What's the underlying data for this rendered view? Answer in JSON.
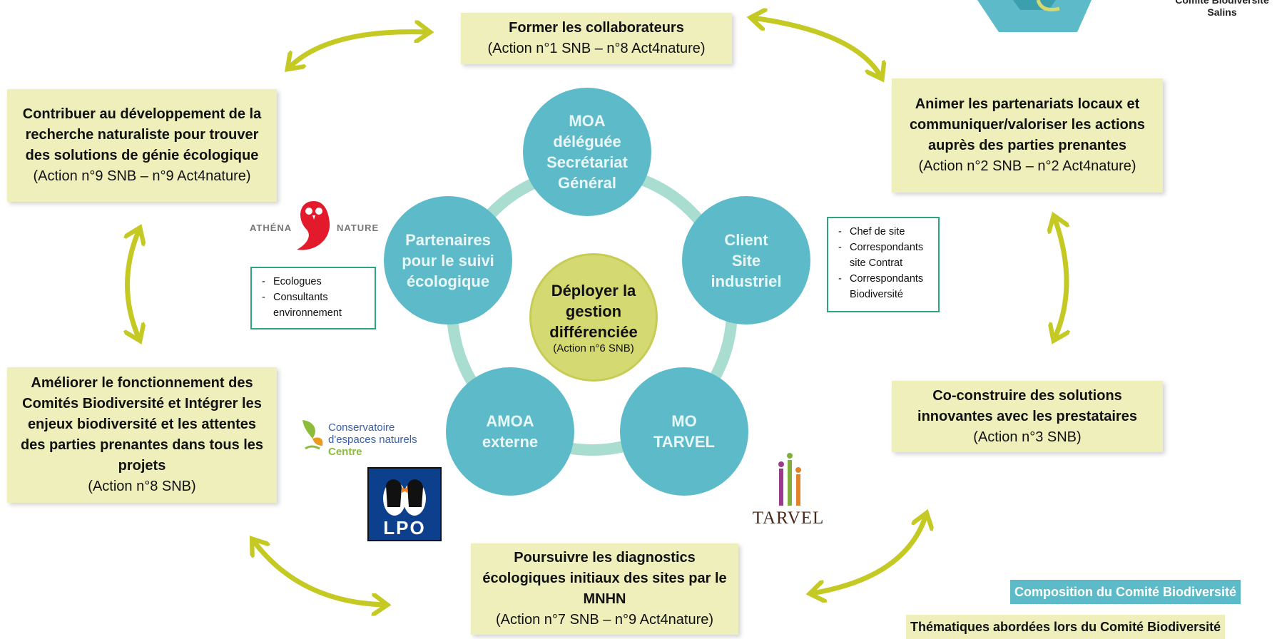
{
  "colors": {
    "box_bg": "#eeefbb",
    "circle": "#5cbac9",
    "ring": "#a9ddd0",
    "center": "#d5d971",
    "arrow": "#c5c923",
    "list_border": "#2aa57e",
    "composition_bar": "#5cbac9"
  },
  "corner": {
    "line1": "Comité Biodiversité",
    "line2": "Salins"
  },
  "boxes": {
    "top": {
      "title": "Former les collaborateurs",
      "sub": "(Action n°1 SNB – n°8 Act4nature)"
    },
    "right_top": {
      "title": "Animer les partenariats locaux et communiquer/valoriser les actions auprès des parties prenantes",
      "sub": "(Action n°2 SNB – n°2 Act4nature)"
    },
    "right_bottom": {
      "title": "Co-construire des solutions innovantes avec les prestataires",
      "sub": "(Action n°3 SNB)"
    },
    "bottom": {
      "title": "Poursuivre les diagnostics écologiques initiaux des sites par le MNHN",
      "sub": "(Action n°7 SNB – n°9 Act4nature)"
    },
    "left_bottom": {
      "title": "Améliorer le fonctionnement des Comités Biodiversité et Intégrer les enjeux biodiversité et les attentes des parties prenantes dans tous les projets",
      "sub": "(Action n°8 SNB)"
    },
    "left_top": {
      "title": "Contribuer au développement de la recherche naturaliste pour trouver des solutions de génie écologique",
      "sub": "(Action n°9 SNB – n°9 Act4nature)"
    }
  },
  "circles": {
    "top": "MOA\ndéléguée\nSecrétariat\nGénéral",
    "right": "Client\nSite\nindustriel",
    "bottom_right": "MO\nTARVEL",
    "bottom_left": "AMOA\nexterne",
    "left": "Partenaires\npour le suivi\nécologique"
  },
  "center": {
    "title": "Déployer la\ngestion\ndifférenciée",
    "sub": "(Action n°6 SNB)"
  },
  "lists": {
    "left": [
      "Ecologues",
      "Consultants environnement"
    ],
    "right": [
      "Chef de site",
      "Correspondants site Contrat",
      "Correspondants Biodiversité"
    ]
  },
  "logos": {
    "athena_left": "ATHÉNA",
    "athena_right": "NATURE",
    "cen_line1": "Conservatoire",
    "cen_line2": "d'espaces naturels",
    "cen_line3": "Centre",
    "lpo": "LPO",
    "tarvel": "TARVEL"
  },
  "legend": {
    "composition": "Composition du Comité Biodiversité",
    "thematiques": "Thématiques abordées lors du Comité Biodiversité"
  }
}
